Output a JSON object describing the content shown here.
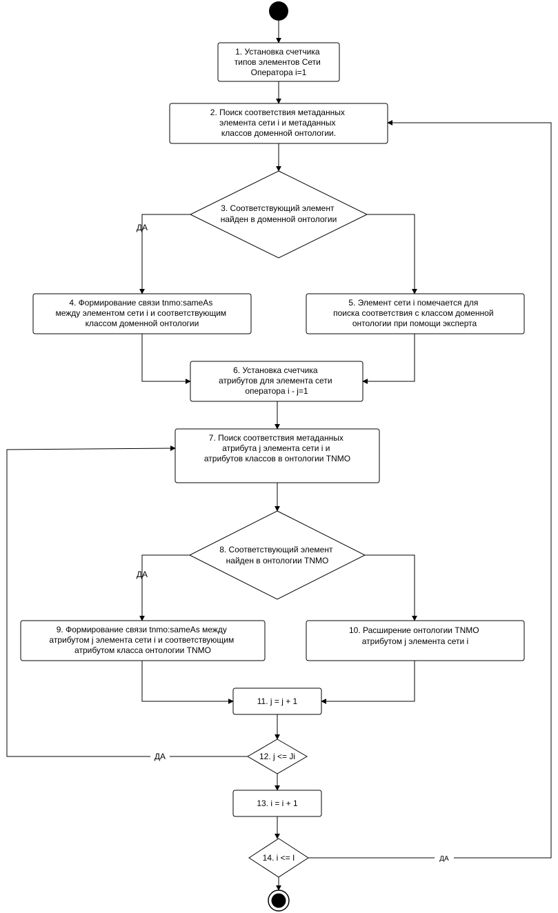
{
  "nodes": {
    "n1": [
      "1. Установка счетчика",
      "типов элементов Сети",
      "Оператора i=1"
    ],
    "n2": [
      "2. Поиск соответствия метаданных",
      "элемента сети i и метаданных",
      "классов доменной онтологии."
    ],
    "n3": [
      "3. Соответствующий элемент",
      "найден в доменной онтологии"
    ],
    "n4": [
      "4. Формирование связи tnmo:sameAs",
      "между элементом сети i и соответствующим",
      "классом доменной онтологии"
    ],
    "n5": [
      "5. Элемент сети i помечается для",
      "поиска соответствия с классом доменной",
      "онтологии при помощи эксперта"
    ],
    "n6": [
      "6. Установка счетчика",
      "атрибутов для элемента сети",
      "оператора i - j=1"
    ],
    "n7": [
      "7. Поиск соответствия метаданных",
      "атрибута j элемента сети i и",
      "атрибутов классов в онтологии TNMO"
    ],
    "n8": [
      "8. Соответствующий элемент",
      "найден в онтологии TNMO"
    ],
    "n9": [
      "9. Формирование связи tnmo:sameAs между",
      "атрибутом j элемента сети i и соответствующим",
      "атрибутом класса онтологии TNMO"
    ],
    "n10": [
      "10. Расширение онтологии TNMO",
      "атрибутом j элемента сети i"
    ],
    "n11": [
      "11. j = j + 1"
    ],
    "n12": [
      "12. j <= Ji"
    ],
    "n13": [
      "13. i = i + 1"
    ],
    "n14": [
      "14. i <= I"
    ]
  },
  "edge_labels": {
    "yes_3": "ДА",
    "yes_8": "ДА",
    "yes_12": "ДА",
    "yes_14": "ДА"
  }
}
